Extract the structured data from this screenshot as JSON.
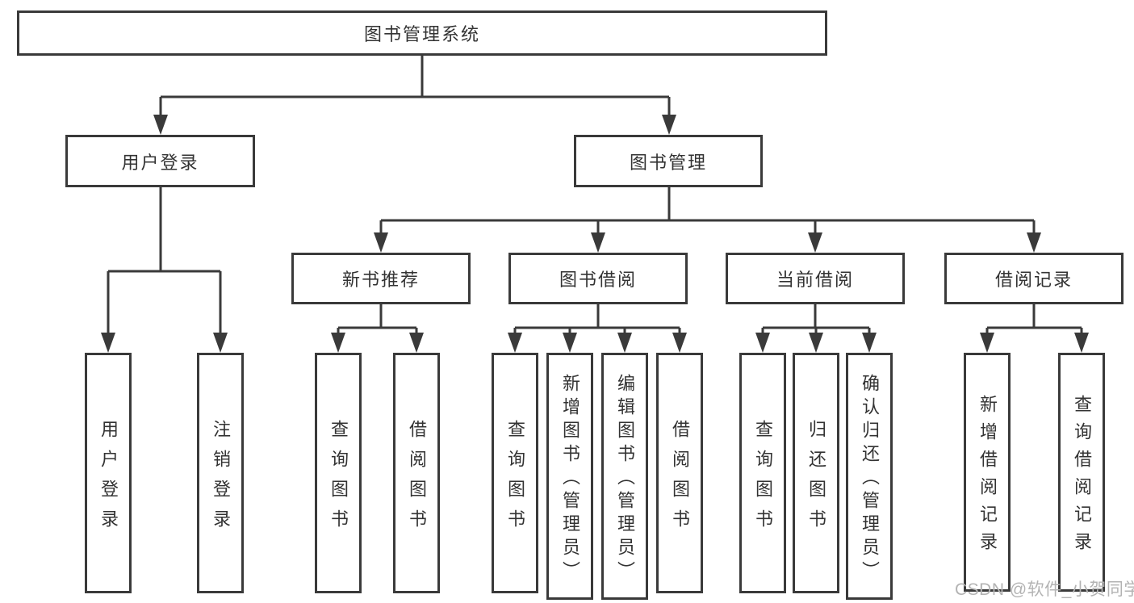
{
  "colors": {
    "line": "#3a3a3a",
    "text": "#333333",
    "box_bg": "#ffffff",
    "watermark": "#b3b3b3"
  },
  "nodes": {
    "root": "图书管理系统",
    "user_login": "用户登录",
    "book_mgmt": "图书管理",
    "new_book_rec": "新书推荐",
    "book_borrow": "图书借阅",
    "current_borrow": "当前借阅",
    "borrow_record": "借阅记录",
    "ul_user_login": "用户登录",
    "ul_logout": "注销登录",
    "nr_query_book": "查询图书",
    "nr_borrow_book": "借阅图书",
    "bb_query_book": "查询图书",
    "bb_add_book": "新增图书（管理员）",
    "bb_edit_book": "编辑图书（管理员）",
    "bb_borrow_book": "借阅图书",
    "cb_query_book": "查询图书",
    "cb_return_book": "归还图书",
    "cb_confirm_return": "确认归还（管理员）",
    "br_add_record": "新增借阅记录",
    "br_query_record": "查询借阅记录"
  },
  "structure": {
    "图书管理系统": [
      "用户登录",
      "图书管理"
    ],
    "用户登录": [
      "用户登录",
      "注销登录"
    ],
    "图书管理": [
      "新书推荐",
      "图书借阅",
      "当前借阅",
      "借阅记录"
    ],
    "新书推荐": [
      "查询图书",
      "借阅图书"
    ],
    "图书借阅": [
      "查询图书",
      "新增图书（管理员）",
      "编辑图书（管理员）",
      "借阅图书"
    ],
    "当前借阅": [
      "查询图书",
      "归还图书",
      "确认归还（管理员）"
    ],
    "借阅记录": [
      "新增借阅记录",
      "查询借阅记录"
    ]
  },
  "watermark": {
    "text": "CSDN @软件_小贺同学"
  }
}
